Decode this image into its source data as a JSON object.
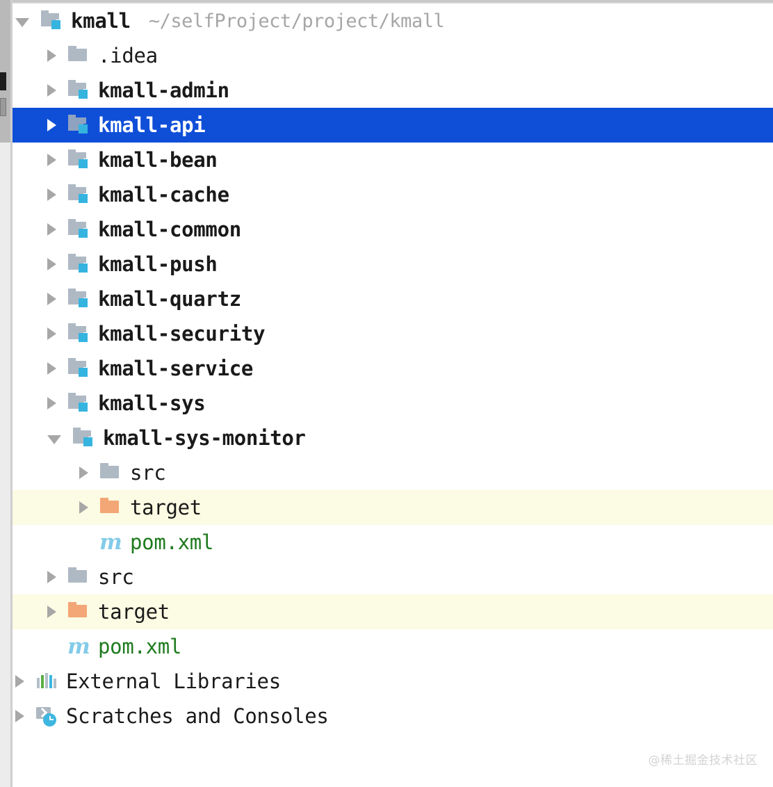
{
  "window": {
    "kind": "ide-project-tree",
    "colors": {
      "selection_bg": "#0f4fd8",
      "selection_fg": "#ffffff",
      "warning_row_bg": "#fcfbe3",
      "module_folder": "#aeb9c4",
      "module_badge": "#35b4e0",
      "target_folder": "#f3a676",
      "xml_text": "#1e7a1e",
      "maven_icon": "#83cbe8",
      "path_text": "#a6a6a6",
      "arrow": "#a7a7a7"
    }
  },
  "root": {
    "name": "kmall",
    "path": "~/selfProject/project/kmall"
  },
  "tree": [
    {
      "label": "kmall",
      "secondary": "~/selfProject/project/kmall",
      "icon": "module-folder-icon",
      "arrow": "down",
      "depth": 0,
      "bold": true,
      "selected": false,
      "highlight": false
    },
    {
      "label": ".idea",
      "secondary": "",
      "icon": "folder-icon",
      "arrow": "right",
      "depth": 1,
      "bold": false,
      "selected": false,
      "highlight": false
    },
    {
      "label": "kmall-admin",
      "secondary": "",
      "icon": "module-folder-icon",
      "arrow": "right",
      "depth": 1,
      "bold": true,
      "selected": false,
      "highlight": false
    },
    {
      "label": "kmall-api",
      "secondary": "",
      "icon": "module-folder-icon",
      "arrow": "right",
      "depth": 1,
      "bold": true,
      "selected": true,
      "highlight": false
    },
    {
      "label": "kmall-bean",
      "secondary": "",
      "icon": "module-folder-icon",
      "arrow": "right",
      "depth": 1,
      "bold": true,
      "selected": false,
      "highlight": false
    },
    {
      "label": "kmall-cache",
      "secondary": "",
      "icon": "module-folder-icon",
      "arrow": "right",
      "depth": 1,
      "bold": true,
      "selected": false,
      "highlight": false
    },
    {
      "label": "kmall-common",
      "secondary": "",
      "icon": "module-folder-icon",
      "arrow": "right",
      "depth": 1,
      "bold": true,
      "selected": false,
      "highlight": false
    },
    {
      "label": "kmall-push",
      "secondary": "",
      "icon": "module-folder-icon",
      "arrow": "right",
      "depth": 1,
      "bold": true,
      "selected": false,
      "highlight": false
    },
    {
      "label": "kmall-quartz",
      "secondary": "",
      "icon": "module-folder-icon",
      "arrow": "right",
      "depth": 1,
      "bold": true,
      "selected": false,
      "highlight": false
    },
    {
      "label": "kmall-security",
      "secondary": "",
      "icon": "module-folder-icon",
      "arrow": "right",
      "depth": 1,
      "bold": true,
      "selected": false,
      "highlight": false
    },
    {
      "label": "kmall-service",
      "secondary": "",
      "icon": "module-folder-icon",
      "arrow": "right",
      "depth": 1,
      "bold": true,
      "selected": false,
      "highlight": false
    },
    {
      "label": "kmall-sys",
      "secondary": "",
      "icon": "module-folder-icon",
      "arrow": "right",
      "depth": 1,
      "bold": true,
      "selected": false,
      "highlight": false
    },
    {
      "label": "kmall-sys-monitor",
      "secondary": "",
      "icon": "module-folder-icon",
      "arrow": "down",
      "depth": 1,
      "bold": true,
      "selected": false,
      "highlight": false
    },
    {
      "label": "src",
      "secondary": "",
      "icon": "folder-icon",
      "arrow": "right",
      "depth": 2,
      "bold": false,
      "selected": false,
      "highlight": false
    },
    {
      "label": "target",
      "secondary": "",
      "icon": "folder-orange-icon",
      "arrow": "right",
      "depth": 2,
      "bold": false,
      "selected": false,
      "highlight": true
    },
    {
      "label": "pom.xml",
      "secondary": "",
      "icon": "maven-icon",
      "arrow": "none",
      "depth": 2,
      "bold": false,
      "selected": false,
      "highlight": false,
      "green": true
    },
    {
      "label": "src",
      "secondary": "",
      "icon": "folder-icon",
      "arrow": "right",
      "depth": 1,
      "bold": false,
      "selected": false,
      "highlight": false
    },
    {
      "label": "target",
      "secondary": "",
      "icon": "folder-orange-icon",
      "arrow": "right",
      "depth": 1,
      "bold": false,
      "selected": false,
      "highlight": true
    },
    {
      "label": "pom.xml",
      "secondary": "",
      "icon": "maven-icon",
      "arrow": "none",
      "depth": 1,
      "bold": false,
      "selected": false,
      "highlight": false,
      "green": true
    },
    {
      "label": "External Libraries",
      "secondary": "",
      "icon": "external-libraries-icon",
      "arrow": "right",
      "depth": 0,
      "bold": false,
      "selected": false,
      "highlight": false
    },
    {
      "label": "Scratches and Consoles",
      "secondary": "",
      "icon": "scratches-icon",
      "arrow": "right",
      "depth": 0,
      "bold": false,
      "selected": false,
      "highlight": false
    }
  ],
  "watermark": "@稀土掘金技术社区"
}
